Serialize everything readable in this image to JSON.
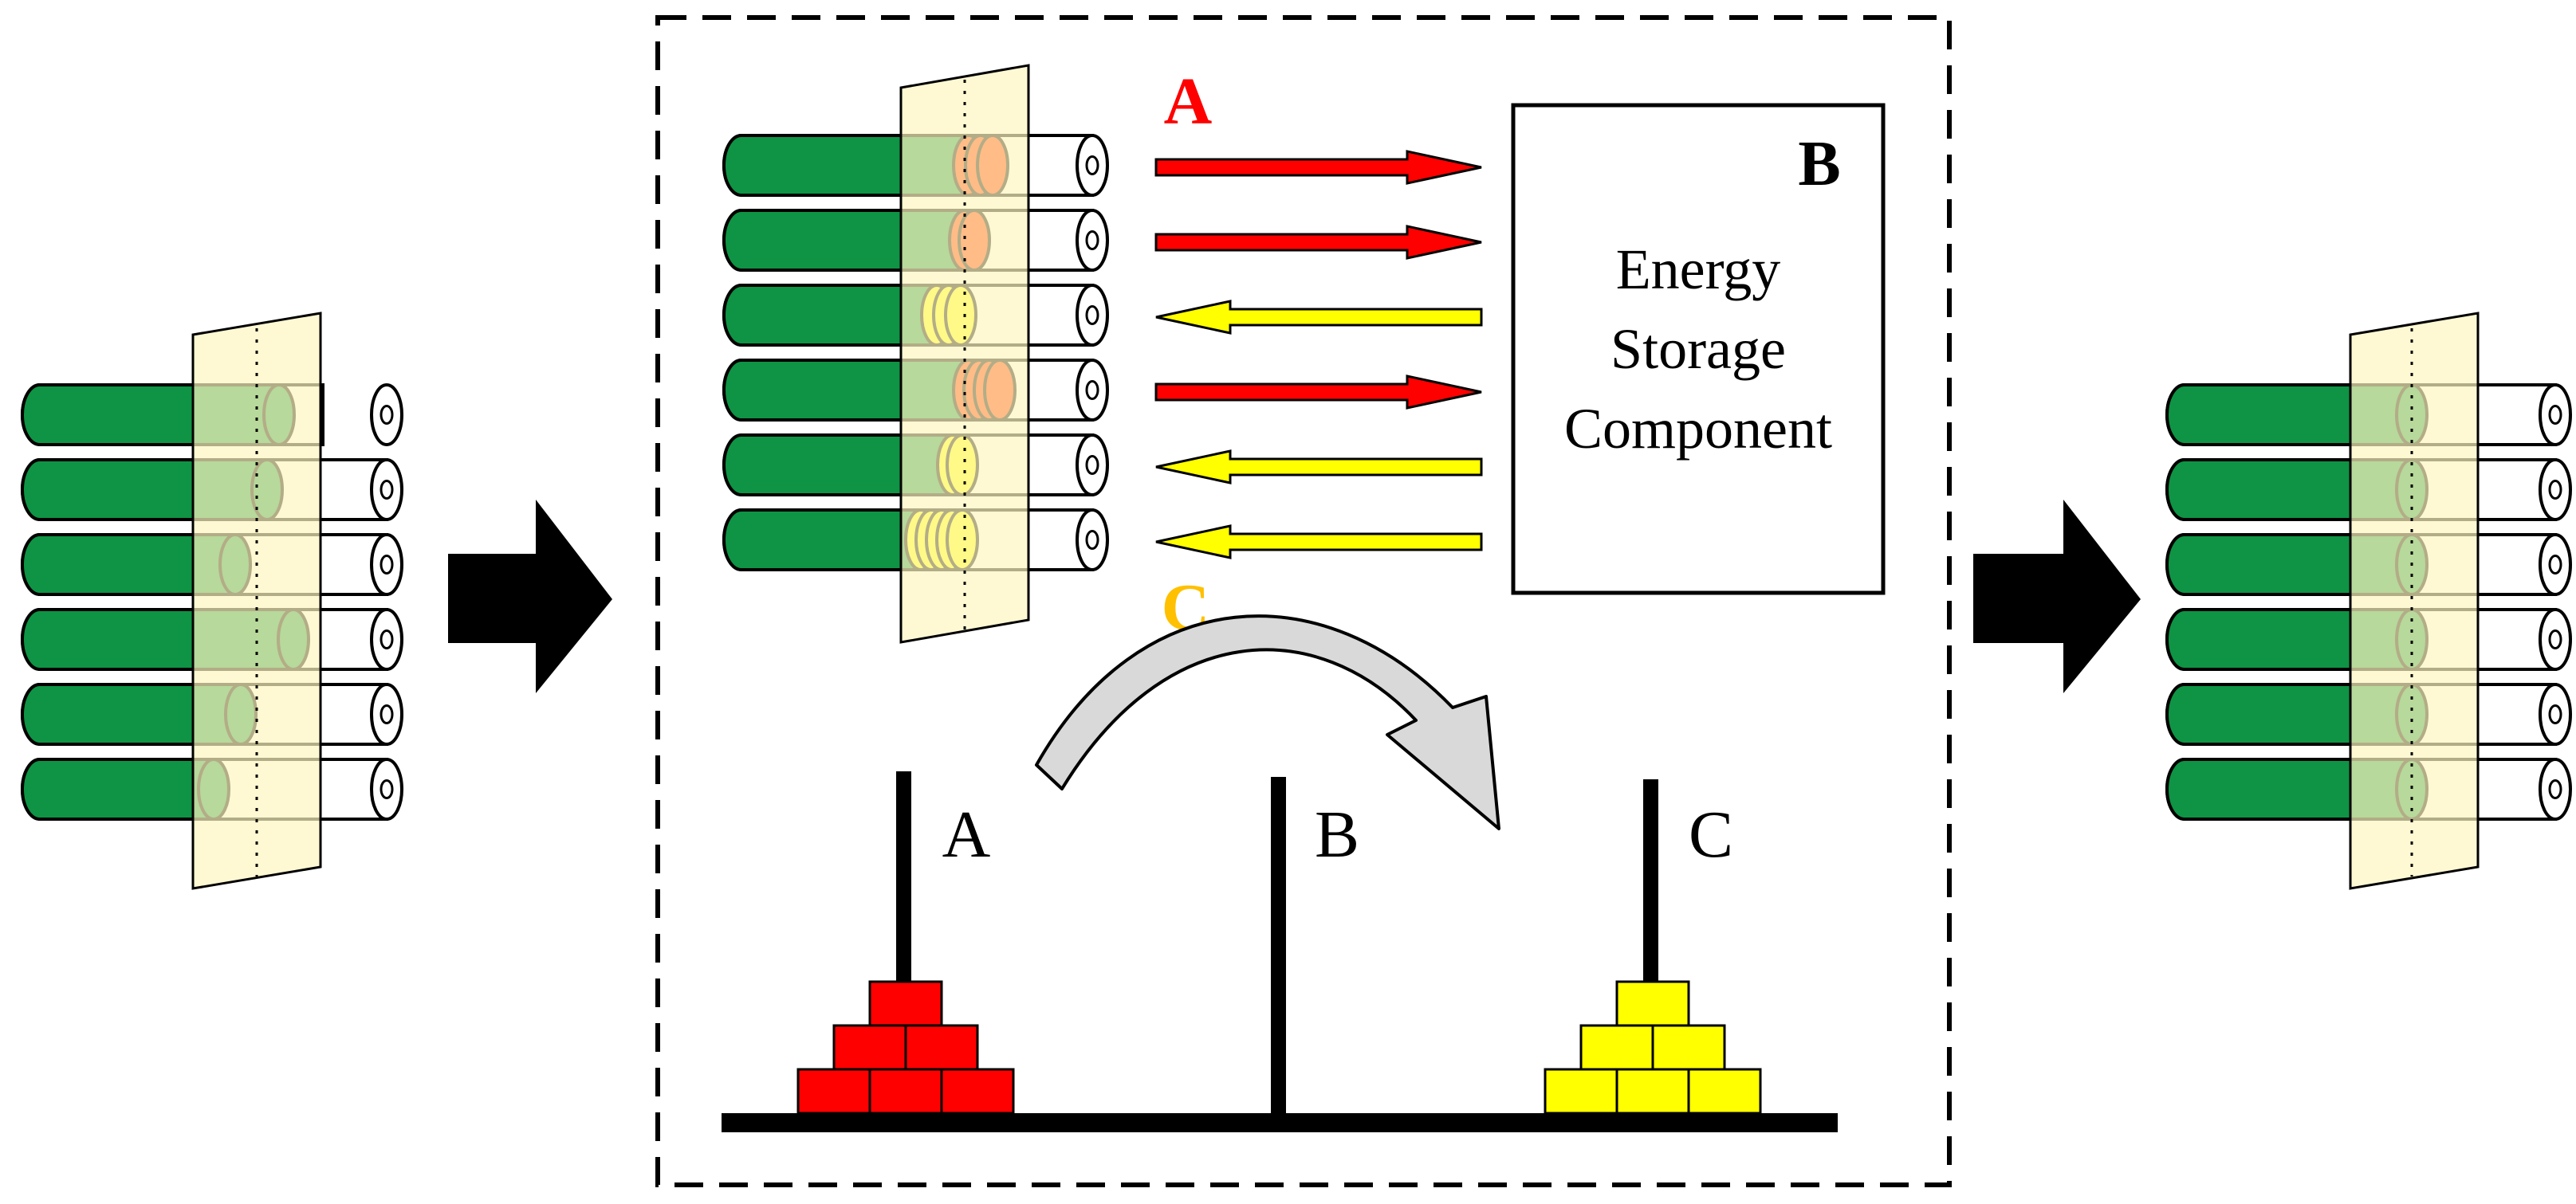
{
  "diagram": {
    "label_a_top": "A",
    "label_b_box": "B",
    "label_c_bottom": "C",
    "storage_lines": [
      "Energy",
      "Storage",
      "Component"
    ],
    "peg_labels": [
      "A",
      "B",
      "C"
    ],
    "flows": [
      "out",
      "out",
      "in",
      "out",
      "in",
      "in"
    ]
  },
  "colors": {
    "cell_green": "#0e9444",
    "discharge_red": "#ff3300",
    "charge_yellow": "#ffff00",
    "label_red": "#ff0000",
    "label_orange": "#ffc000",
    "plane_fill": "#fff7c0",
    "arc_gray": "#d9d9d9",
    "black": "#000000"
  }
}
